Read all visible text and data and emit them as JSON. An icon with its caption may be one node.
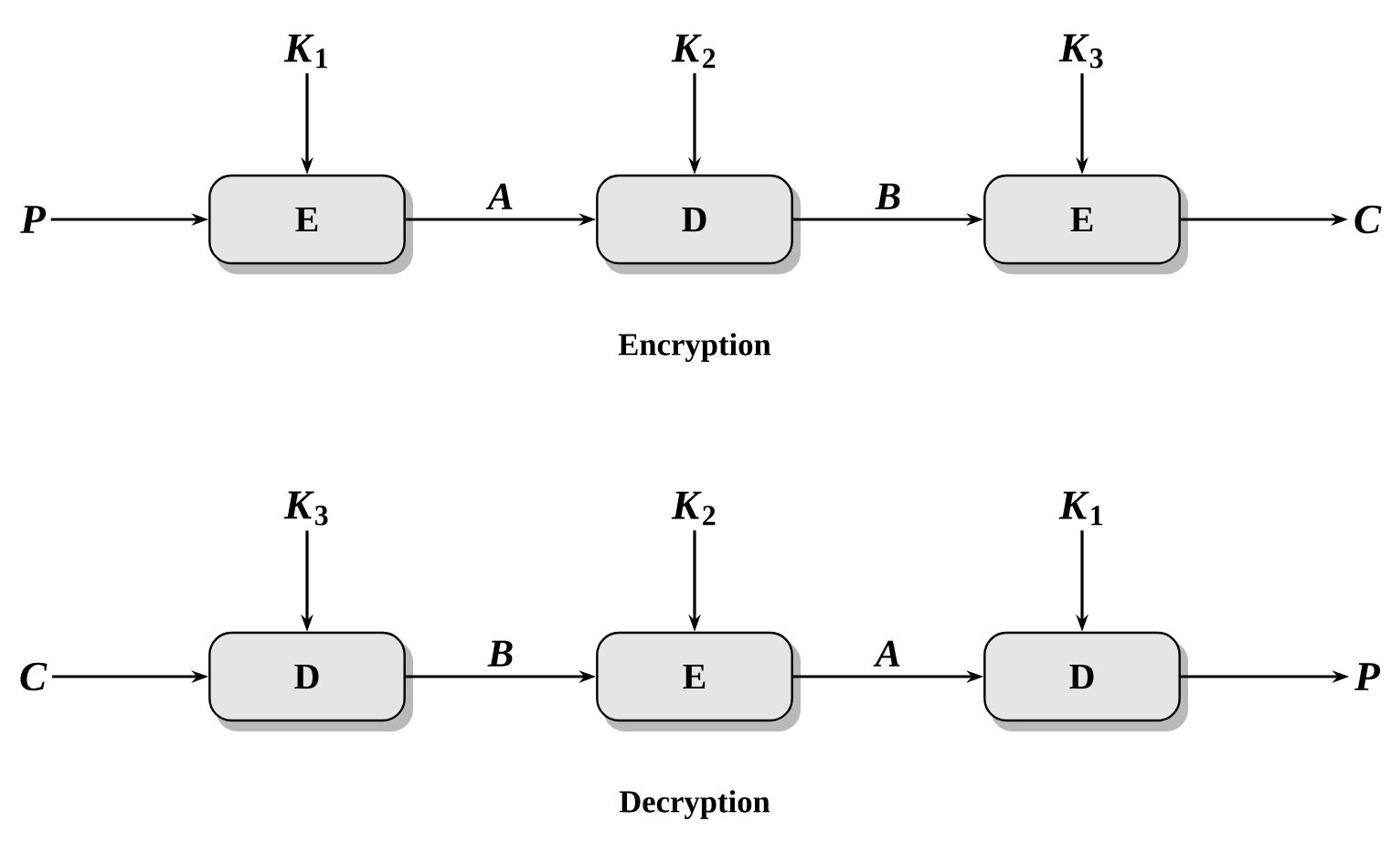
{
  "diagram": {
    "nodes": [
      {
        "text": [
          "*K*$_{1}$"
        ]
      },
      {
        "text": [
          "*K*$_{2}$"
        ]
      },
      {
        "text": [
          "*K*$_{3}$"
        ]
      },
      {
        "text": [
          "P"
        ]
      },
      {
        "text": [
          "E"
        ]
      },
      {
        "text": [
          "D"
        ]
      },
      {
        "text": [
          "E"
        ]
      },
      {
        "text": [
          "C"
        ]
      },
      {
        "text": [
          "*K*$_{3}$"
        ]
      },
      {
        "text": [
          "*K*$_{2}$"
        ]
      },
      {
        "text": [
          "*K*$_{1}$"
        ]
      },
      {
        "text": [
          "C"
        ]
      },
      {
        "text": [
          "D"
        ]
      },
      {
        "text": [
          "E"
        ]
      },
      {
        "text": [
          "D"
        ]
      },
      {
        "text": [
          "P"
        ]
      }
    ],
    "edges": [
      {
        "from": 0,
        "to": 4,
        "arrow": "to"
      },
      {
        "from": 1,
        "to": 5,
        "arrow": "to"
      },
      {
        "from": 2,
        "to": 6,
        "arrow": "to"
      },
      {
        "from": 3,
        "to": 4,
        "arrow": "to"
      },
      {
        "from": 4,
        "to": 5,
        "arrow": "to",
        "label": "A"
      },
      {
        "from": 5,
        "to": 6,
        "arrow": "to",
        "label": "B"
      },
      {
        "from": 6,
        "to": 7,
        "arrow": "to"
      },
      {
        "from": 8,
        "to": 12,
        "arrow": "to"
      },
      {
        "from": 9,
        "to": 13,
        "arrow": "to"
      },
      {
        "from": 10,
        "to": 14,
        "arrow": "to"
      },
      {
        "from": 11,
        "to": 12,
        "arrow": "to"
      },
      {
        "from": 12,
        "to": 13,
        "arrow": "to",
        "label": "B"
      },
      {
        "from": 13,
        "to": 14,
        "arrow": "to",
        "label": "A"
      },
      {
        "from": 14,
        "to": 15,
        "arrow": "to"
      }
    ],
    "labels": [
      "Encryption",
      "Decryption"
    ]
  }
}
